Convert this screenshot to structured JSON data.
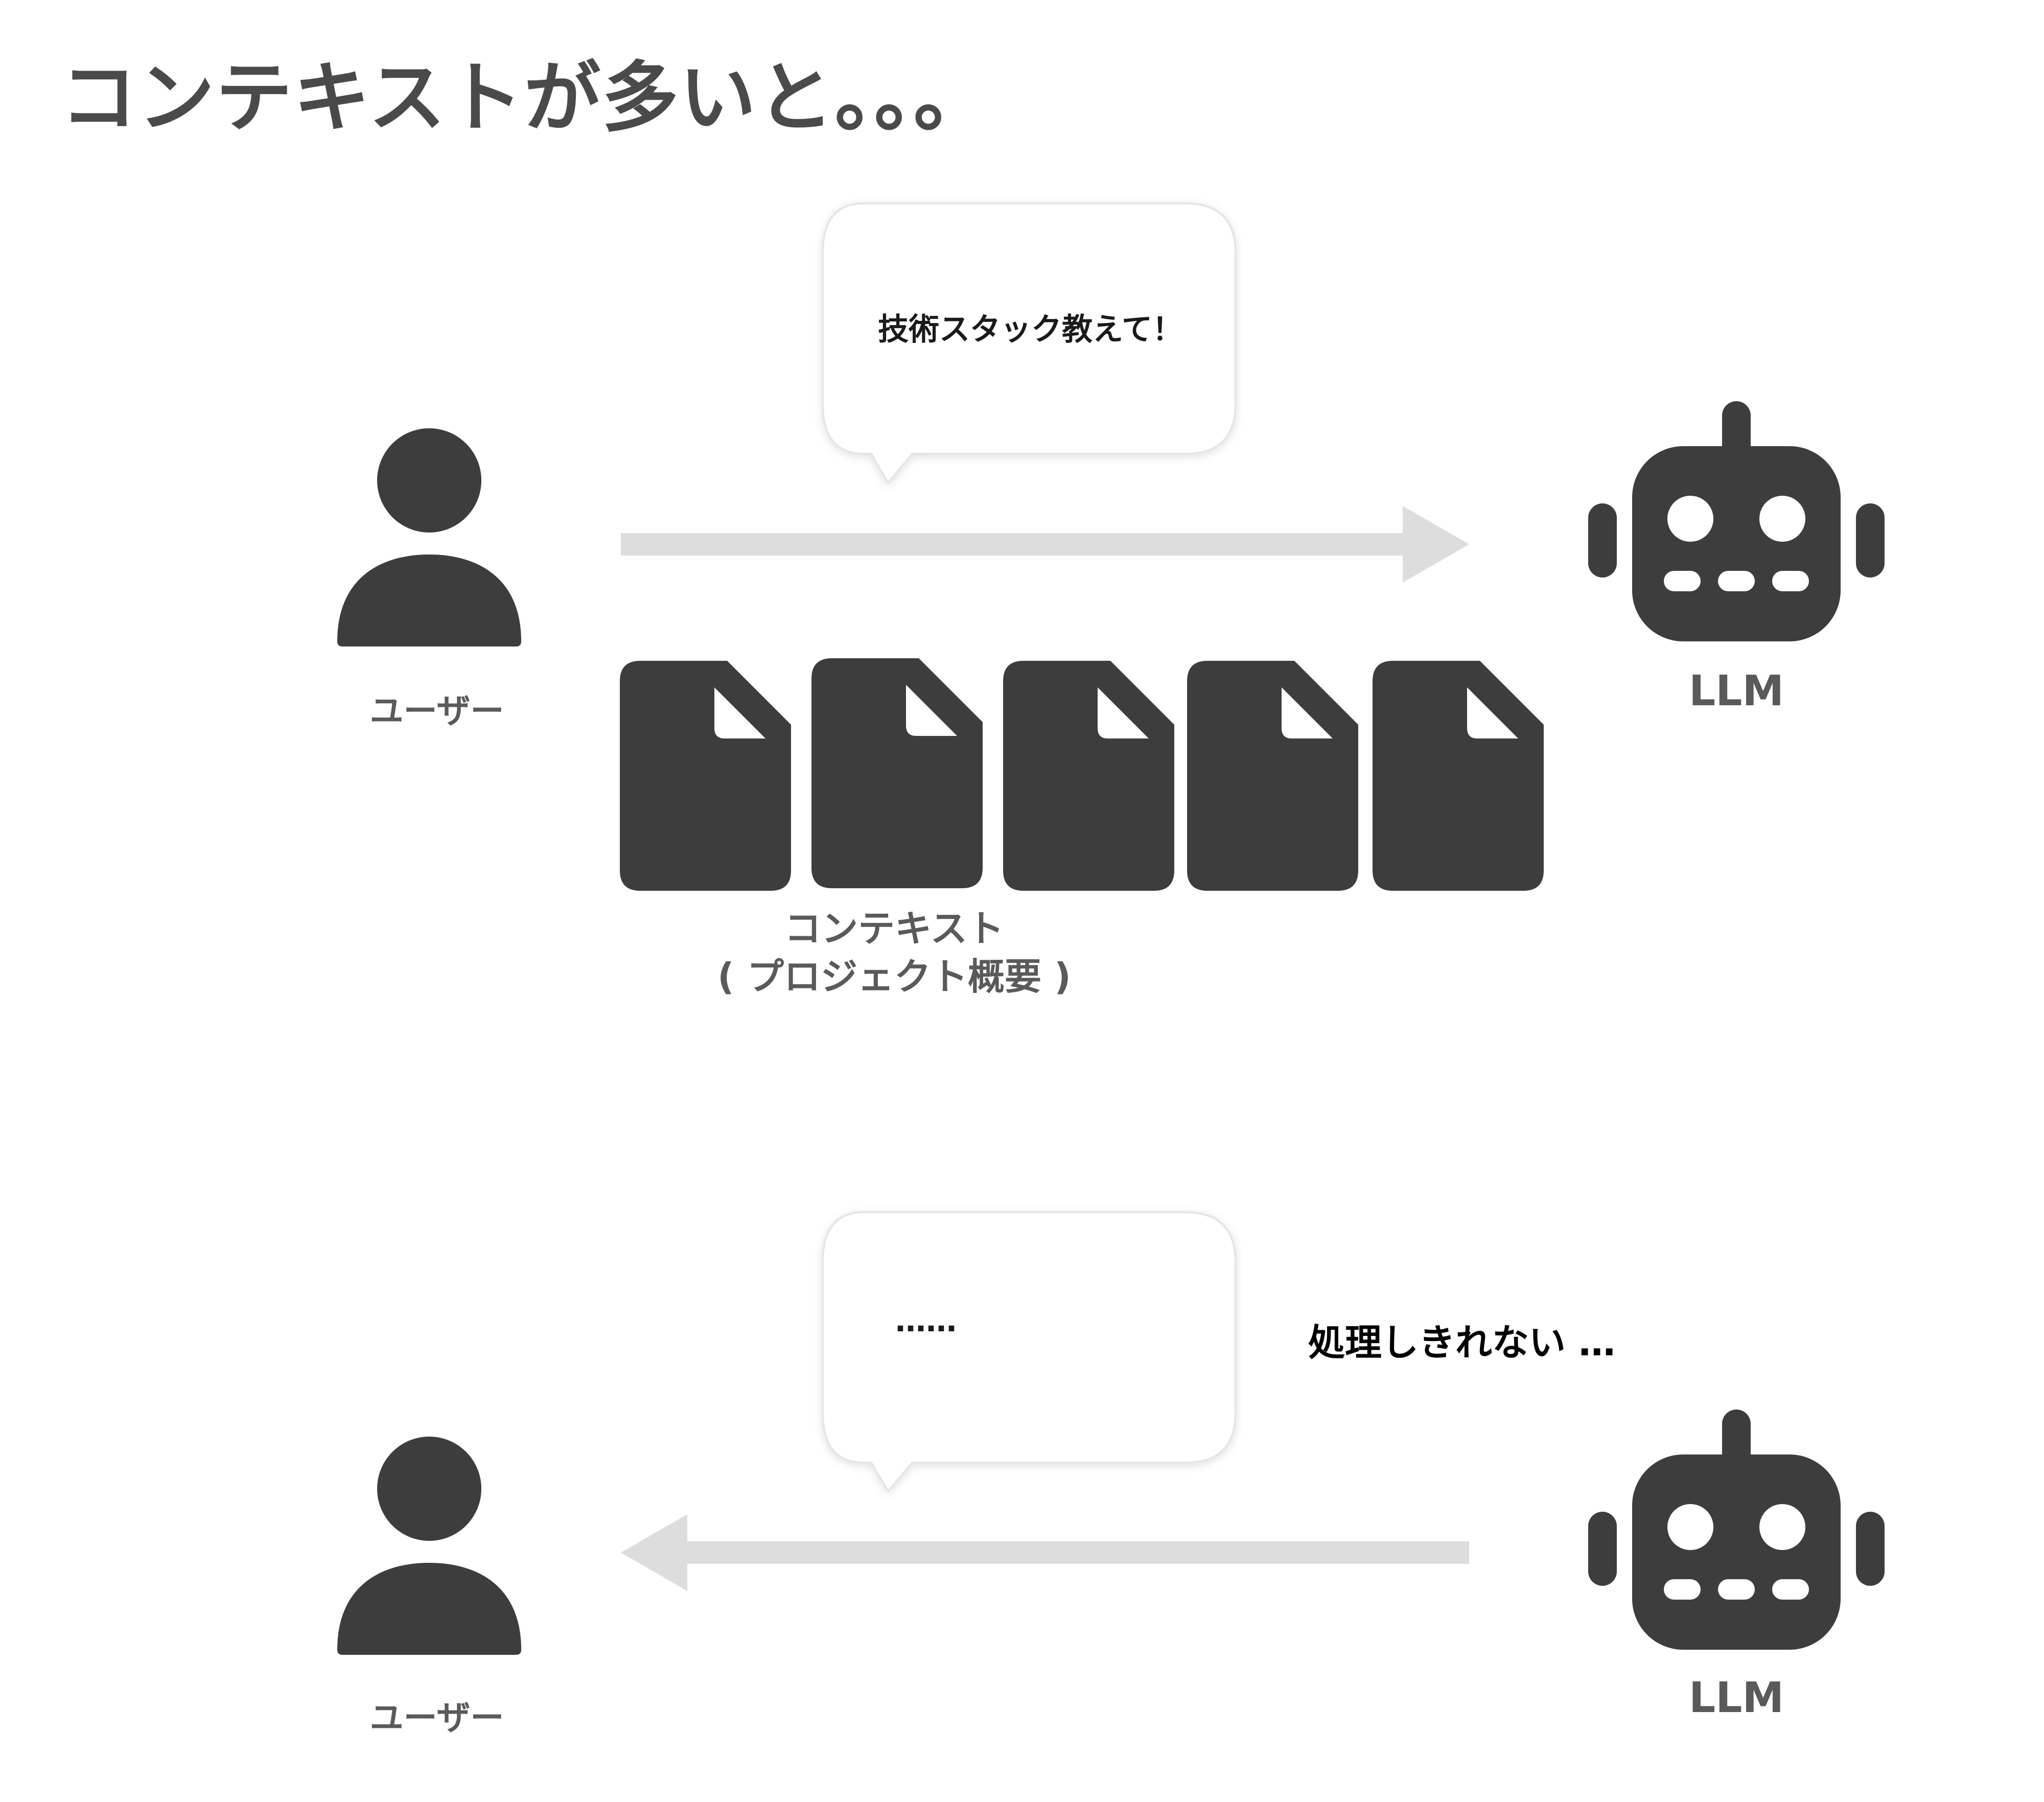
{
  "title": "コンテキストが多いと。。。",
  "scene_request": {
    "user_label": "ユーザー",
    "llm_label": "LLM",
    "bubble_text": "技術スタック教えて！",
    "context_label_line1": "コンテキスト",
    "context_label_line2": "( プロジェクト概要 )",
    "document_count": 5
  },
  "scene_response": {
    "user_label": "ユーザー",
    "llm_label": "LLM",
    "bubble_text": "……",
    "note": "処理しきれない …"
  },
  "colors": {
    "icon": "#3d3d3d",
    "arrow": "#dddddd",
    "label": "#5a5a5a",
    "bubble_border": "#e6e6e6"
  },
  "icons": [
    "person-icon",
    "robot-icon",
    "document-icon"
  ]
}
